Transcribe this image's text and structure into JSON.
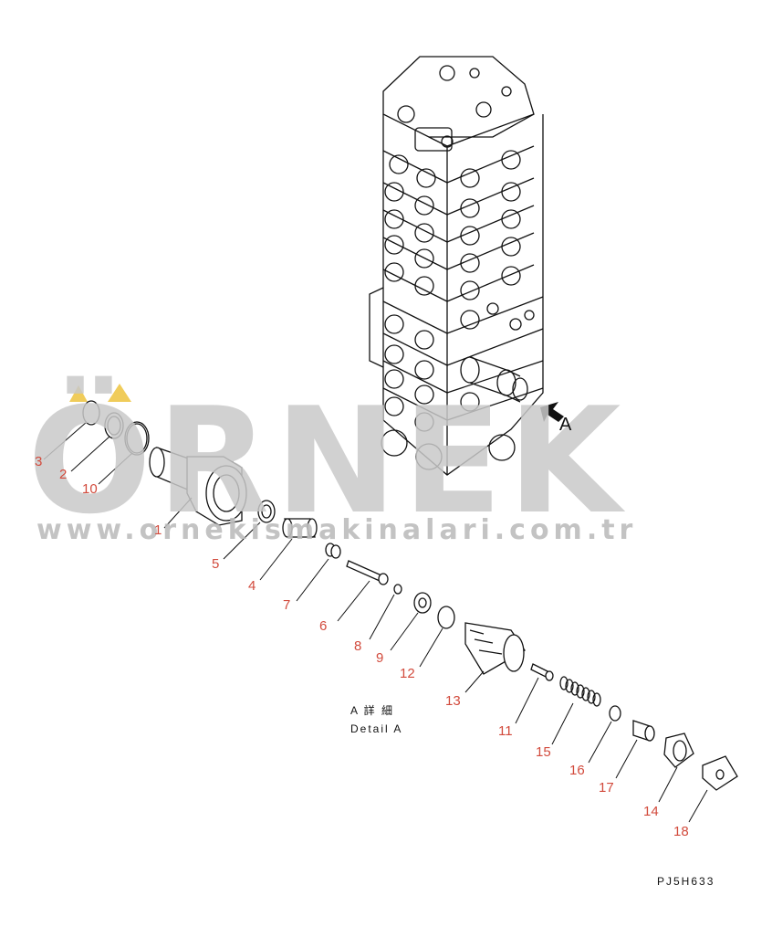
{
  "watermark": {
    "brand": "ÖRNEK",
    "url": "www.ornekismakinalari.com.tr"
  },
  "view_arrow_label": "A",
  "detail_caption": {
    "japanese": "A 詳 細",
    "english": "Detail A"
  },
  "drawing_code": "PJ5H633",
  "callouts": {
    "p1": "1",
    "p2": "2",
    "p3": "3",
    "p4": "4",
    "p5": "5",
    "p6": "6",
    "p7": "7",
    "p8": "8",
    "p9": "9",
    "p10": "10",
    "p11": "11",
    "p12": "12",
    "p13": "13",
    "p14": "14",
    "p15": "15",
    "p16": "16",
    "p17": "17",
    "p18": "18"
  },
  "colors": {
    "callout": "#d24a3c",
    "watermark": "#c9c9c9",
    "accent_triangle": "#f0cc5a",
    "line": "#111111"
  }
}
